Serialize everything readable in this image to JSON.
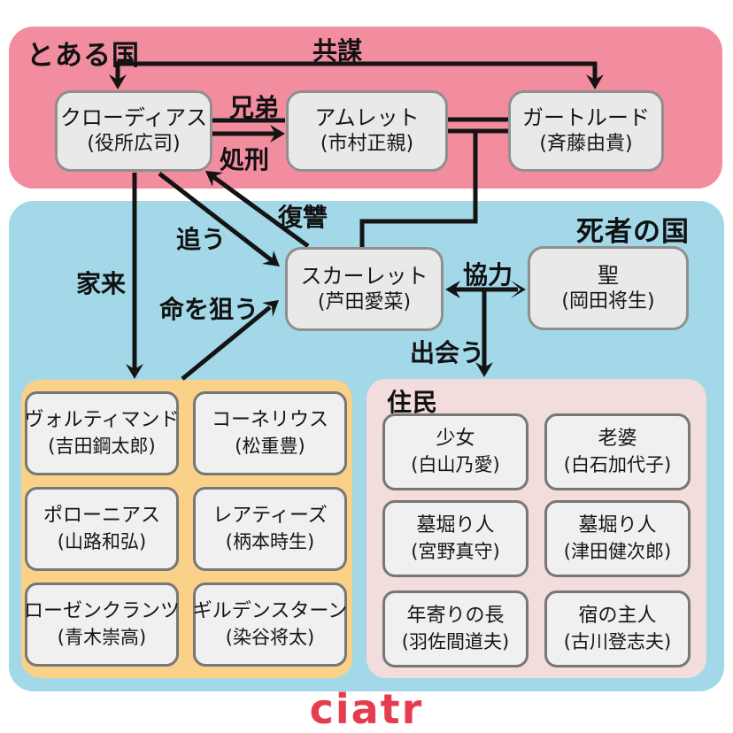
{
  "regions": {
    "country": {
      "title": "とある国"
    },
    "dead": {
      "title": "死者の国"
    },
    "residents_group": {
      "title": "住民"
    }
  },
  "characters": {
    "claudius": {
      "name": "クローディアス",
      "actor": "(役所広司)"
    },
    "amleth": {
      "name": "アムレット",
      "actor": "(市村正親)"
    },
    "gertrude": {
      "name": "ガートルード",
      "actor": "(斉藤由貴)"
    },
    "scarlett": {
      "name": "スカーレット",
      "actor": "(芦田愛菜)"
    },
    "hijiri": {
      "name": "聖",
      "actor": "(岡田将生)"
    }
  },
  "courtiers": {
    "items": [
      {
        "name": "ヴォルティマンド",
        "actor": "(吉田鋼太郎)"
      },
      {
        "name": "コーネリウス",
        "actor": "(松重豊)"
      },
      {
        "name": "ポローニアス",
        "actor": "(山路和弘)"
      },
      {
        "name": "レアティーズ",
        "actor": "(柄本時生)"
      },
      {
        "name": "ローゼンクランツ",
        "actor": "(青木崇高)"
      },
      {
        "name": "ギルデンスターン",
        "actor": "(染谷将太)"
      }
    ]
  },
  "residents": {
    "items": [
      {
        "name": "少女",
        "actor": "(白山乃愛)"
      },
      {
        "name": "老婆",
        "actor": "(白石加代子)"
      },
      {
        "name": "墓堀り人",
        "actor": "(宮野真守)"
      },
      {
        "name": "墓堀り人",
        "actor": "(津田健次郎)"
      },
      {
        "name": "年寄りの長",
        "actor": "(羽佐間道夫)"
      },
      {
        "name": "宿の主人",
        "actor": "(古川登志夫)"
      }
    ]
  },
  "edges": [
    {
      "from": "claudius",
      "to": "gertrude",
      "label": "共謀",
      "style": "corner-arrow-both-ends"
    },
    {
      "from": "claudius",
      "to": "amleth",
      "label": "兄弟",
      "style": "plain-line"
    },
    {
      "from": "claudius",
      "to": "amleth",
      "label": "処刑",
      "style": "arrow"
    },
    {
      "from": "amleth",
      "to": "gertrude",
      "label": "",
      "style": "double-line-couple"
    },
    {
      "from": "amleth-gertrude",
      "to": "scarlett",
      "label": "",
      "style": "child-line"
    },
    {
      "from": "claudius",
      "to": "courtiers",
      "label": "家来",
      "style": "arrow"
    },
    {
      "from": "claudius",
      "to": "scarlett",
      "label": "追う",
      "style": "arrow"
    },
    {
      "from": "scarlett",
      "to": "claudius",
      "label": "復讐",
      "style": "arrow"
    },
    {
      "from": "courtiers",
      "to": "scarlett",
      "label": "命を狙う",
      "style": "arrow"
    },
    {
      "from": "scarlett",
      "to": "hijiri",
      "label": "協力",
      "style": "arrow-both-ends"
    },
    {
      "from": "scarlett-hijiri",
      "to": "residents",
      "label": "出会う",
      "style": "arrow"
    }
  ],
  "logo": "ciatr",
  "colors": {
    "country_bg": "#f28da0",
    "dead_country_bg": "#a3d8e8",
    "courtiers_bg": "#fad189",
    "residents_bg": "#f3dcdc",
    "character_box_bg": "#e9e9e9",
    "character_box_border": "#8f8f8f",
    "line": "#141414",
    "logo": "#e63c50"
  }
}
